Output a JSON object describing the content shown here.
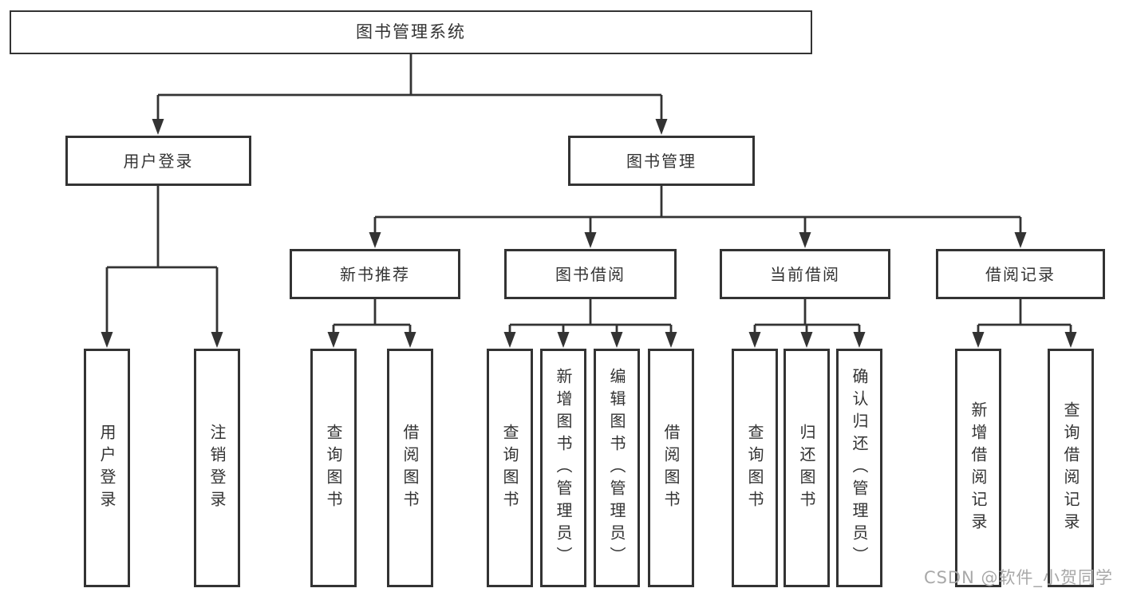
{
  "nodes": {
    "root": {
      "label": "图书管理系统"
    },
    "user_login": {
      "label": "用户登录"
    },
    "book_mgmt": {
      "label": "图书管理"
    },
    "new_book_rec": {
      "label": "新书推荐"
    },
    "book_borrow": {
      "label": "图书借阅"
    },
    "current_borrow": {
      "label": "当前借阅"
    },
    "borrow_records": {
      "label": "借阅记录"
    },
    "leaf_user_login": {
      "label": "用户登录"
    },
    "leaf_logout": {
      "label": "注销登录"
    },
    "leaf_rec_query_book": {
      "label": "查询图书"
    },
    "leaf_rec_borrow_book": {
      "label": "借阅图书"
    },
    "leaf_bb_query_book": {
      "label": "查询图书"
    },
    "leaf_bb_add_book": {
      "label": "新增图书（管理员）"
    },
    "leaf_bb_edit_book": {
      "label": "编辑图书（管理员）"
    },
    "leaf_bb_borrow_book": {
      "label": "借阅图书"
    },
    "leaf_cb_query_book": {
      "label": "查询图书"
    },
    "leaf_cb_return_book": {
      "label": "归还图书"
    },
    "leaf_cb_confirm_return": {
      "label": "确认归还（管理员）"
    },
    "leaf_br_add_record": {
      "label": "新增借阅记录"
    },
    "leaf_br_query_record": {
      "label": "查询借阅记录"
    }
  },
  "watermark": {
    "text": "CSDN @软件_小贺同学"
  },
  "colors": {
    "line": "#333333",
    "text": "#333333",
    "box_background": "#ffffff",
    "page_background": "#ffffff",
    "watermark": "#a8a8a8"
  }
}
